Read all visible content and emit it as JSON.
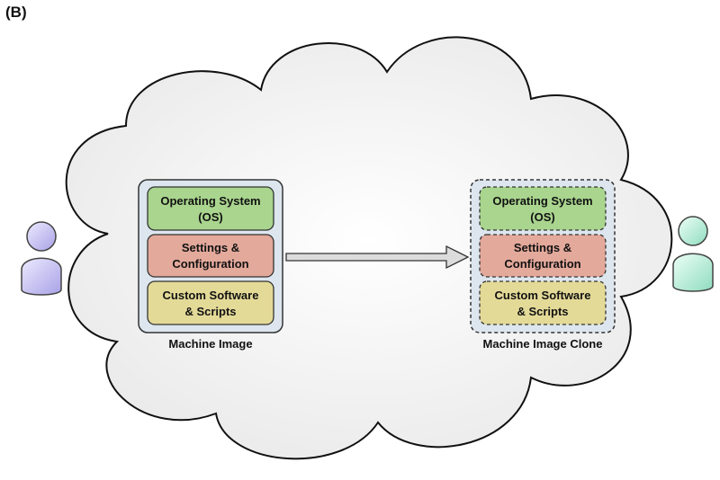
{
  "panel_label": "(B)",
  "left_image": {
    "caption": "Machine Image",
    "layers": [
      {
        "line1": "Operating System",
        "line2": "(OS)",
        "color": "#a9d58e"
      },
      {
        "line1": "Settings &",
        "line2": "Configuration",
        "color": "#e3a99b"
      },
      {
        "line1": "Custom Software",
        "line2": "& Scripts",
        "color": "#e4da98"
      }
    ]
  },
  "right_image": {
    "caption": "Machine Image Clone",
    "layers": [
      {
        "line1": "Operating System",
        "line2": "(OS)",
        "color": "#a9d58e"
      },
      {
        "line1": "Settings &",
        "line2": "Configuration",
        "color": "#e3a99b"
      },
      {
        "line1": "Custom Software",
        "line2": "& Scripts",
        "color": "#e4da98"
      }
    ]
  },
  "colors": {
    "container_fill": "#dde6ee",
    "cloud_fill": "#f4f4f4",
    "user_left": "#c7c3f0",
    "user_right": "#bfeedd",
    "arrow_fill": "#dcdcdc"
  }
}
